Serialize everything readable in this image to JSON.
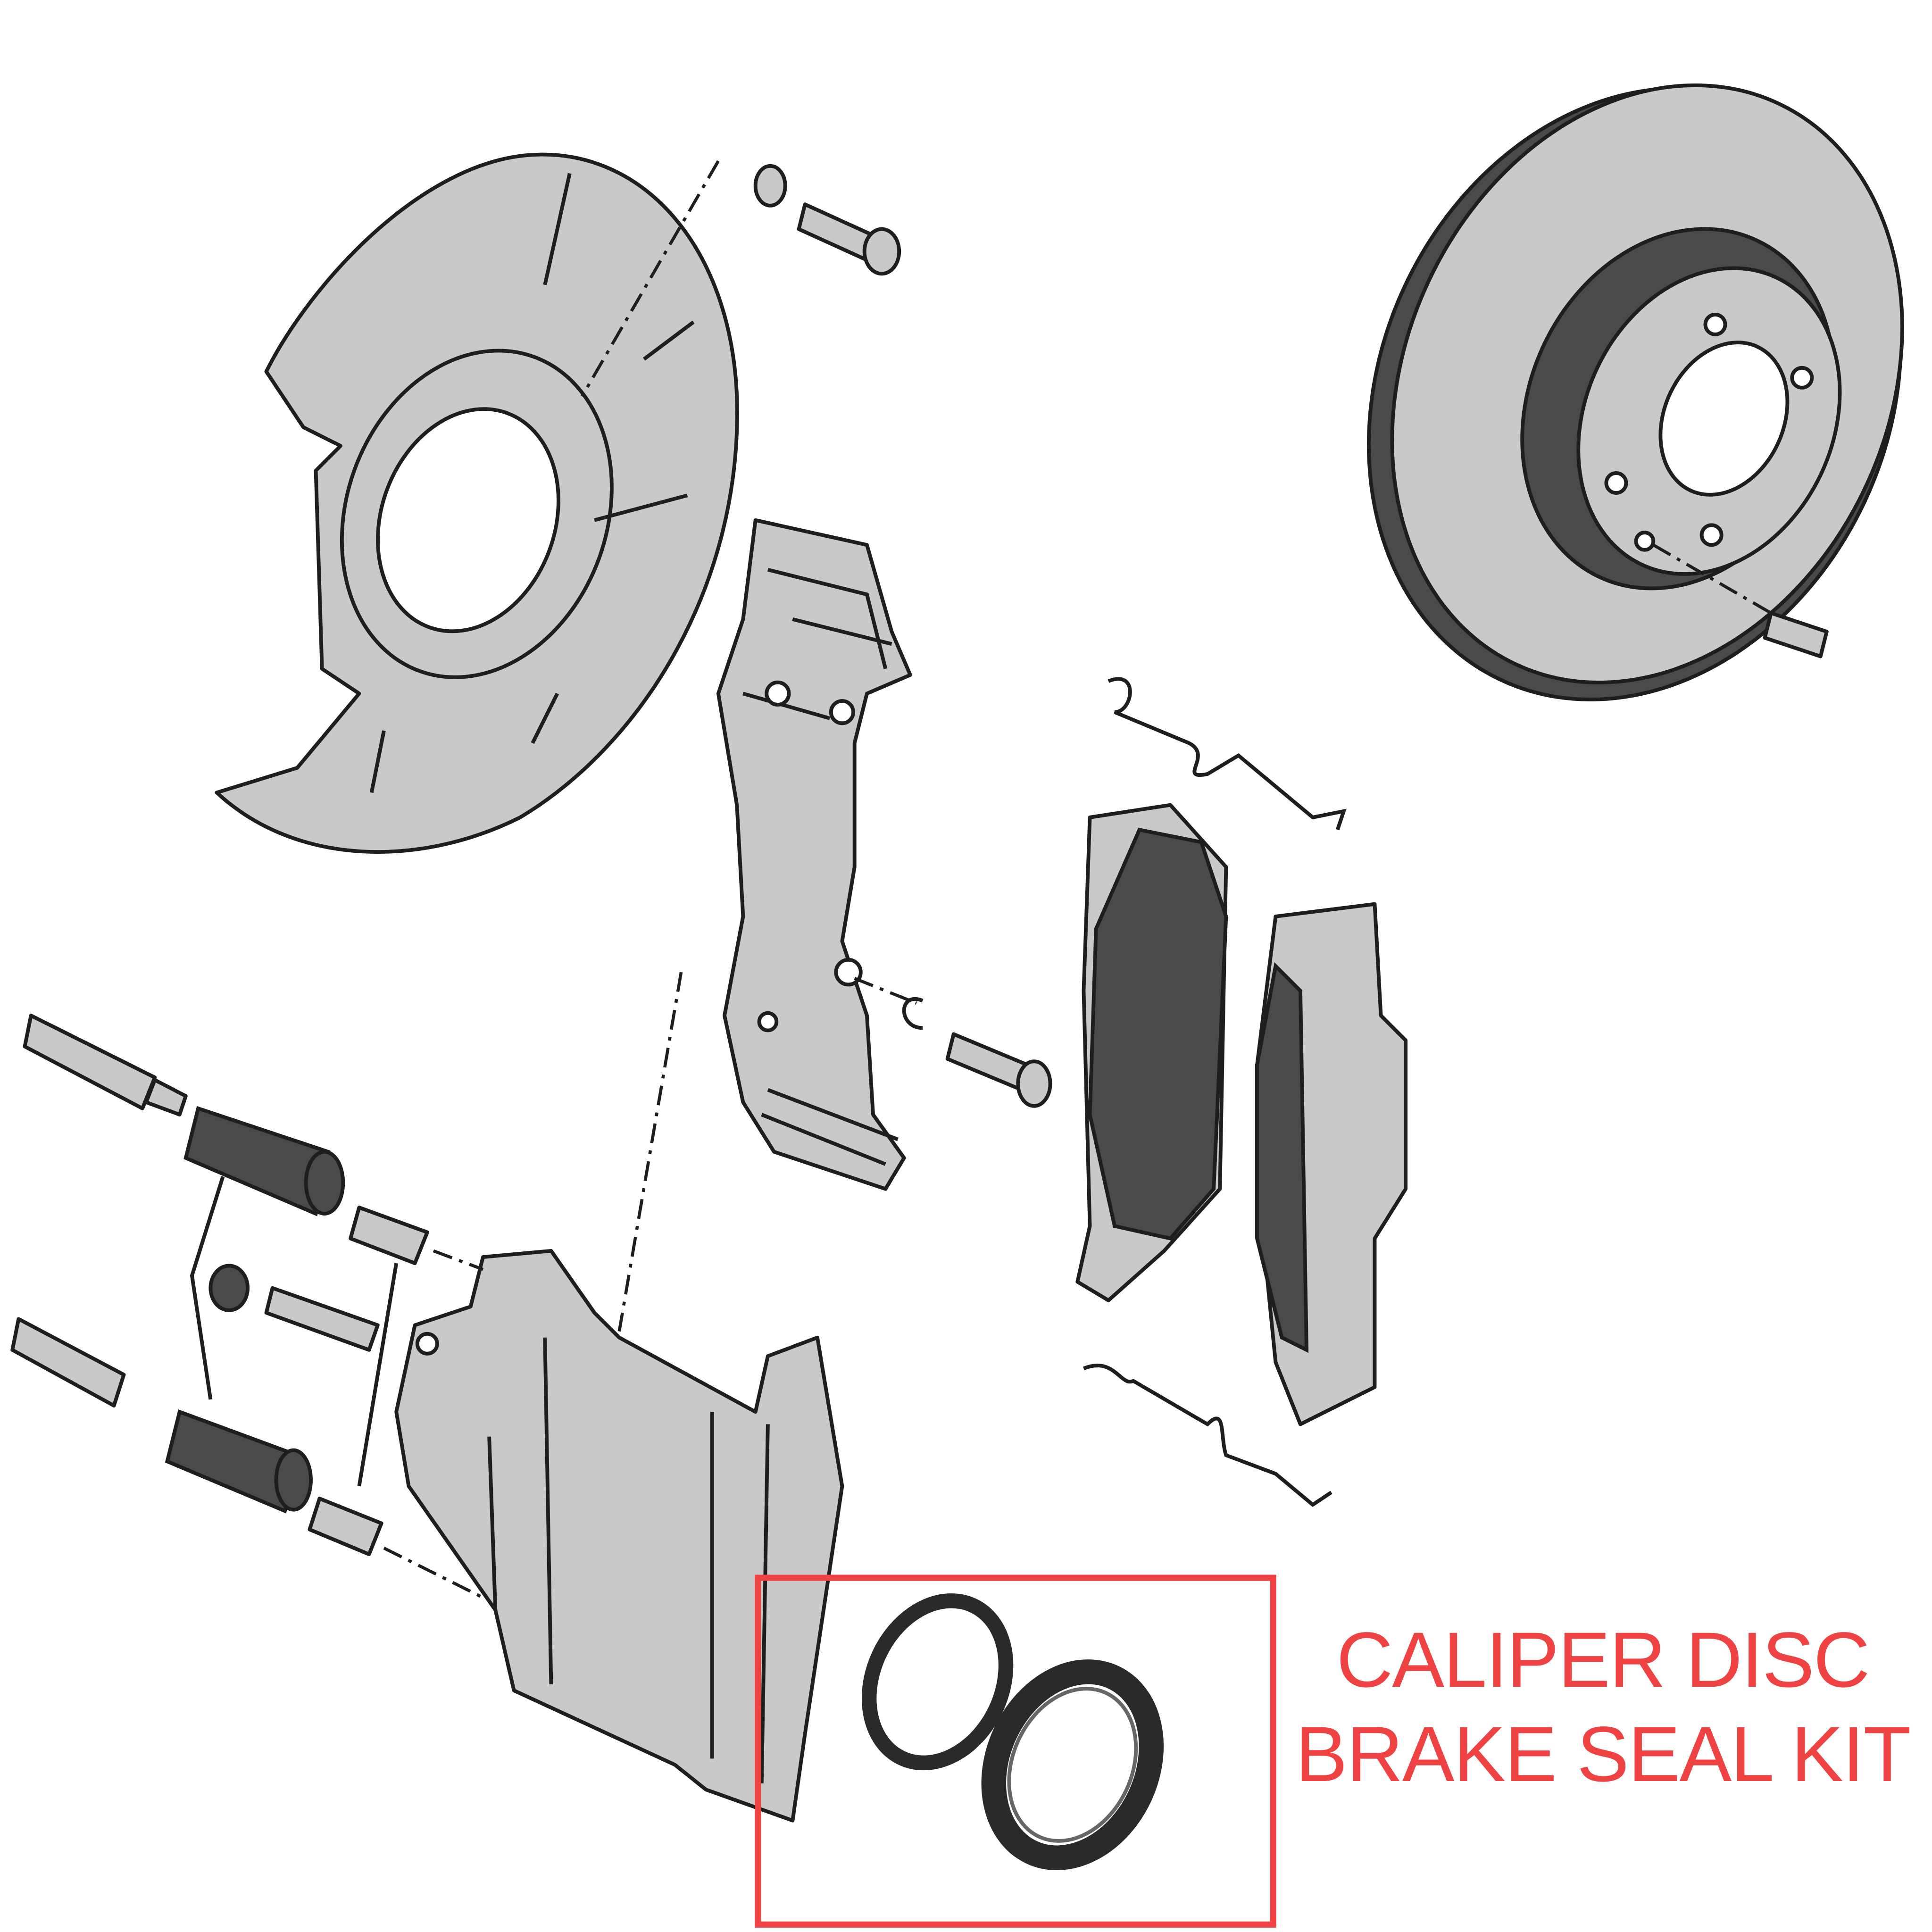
{
  "callout": {
    "line1": "CALIPER DISC",
    "line2": "BRAKE SEAL KIT",
    "color": "#ef4242"
  },
  "parts": [
    "dust-shield",
    "brake-disc-rotor",
    "caliper-bracket",
    "brake-pads",
    "anti-rattle-springs",
    "caliper-body",
    "guide-pins",
    "bleed-screw",
    "piston-seals"
  ]
}
